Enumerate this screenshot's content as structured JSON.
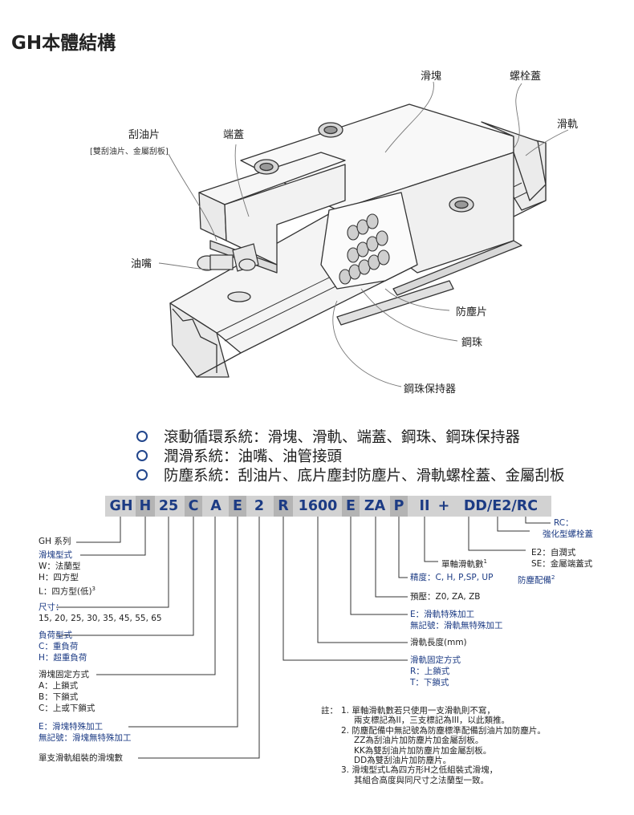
{
  "title": "GH本體結構",
  "callouts": {
    "block": "滑塊",
    "bolt_cap": "螺栓蓋",
    "rail": "滑軌",
    "scraper": "刮油片",
    "scraper_note": "[雙刮油片、金屬刮板]",
    "end_cap": "端蓋",
    "grease_nipple": "油嘴",
    "bottom_seal": "防塵片",
    "balls": "鋼珠",
    "retainer": "鋼珠保持器"
  },
  "bullets": [
    "滾動循環系統：滑塊、滑軌、端蓋、鋼珠、鋼珠保持器",
    "潤滑系統：油嘴、油管接頭",
    "防塵系統：刮油片、底片塵封防塵片、滑軌螺栓蓋、金屬刮板"
  ],
  "code": {
    "parts": [
      "GH",
      "H",
      "25",
      "C",
      "A",
      "E",
      "2",
      "R",
      "1600",
      "E",
      "ZA",
      "P",
      "II",
      "+",
      "DD/E2/RC"
    ]
  },
  "left_labels": {
    "series": "GH 系列",
    "block_type_title": "滑塊型式",
    "block_type_w": "W：法蘭型",
    "block_type_h": "H：四方型",
    "block_type_l": "L：四方型(低)",
    "block_type_l_sup": "3",
    "size_title": "尺寸：",
    "size_values": "15, 20, 25, 30, 35, 45, 55, 65",
    "load_title": "負荷型式",
    "load_c": "C：重負荷",
    "load_h": "H：超重負荷",
    "mount_title": "滑塊固定方式",
    "mount_a": "A：上鎖式",
    "mount_b": "B：下鎖式",
    "mount_c": "C：上或下鎖式",
    "special_e": "E：滑塊特殊加工",
    "special_none": "無記號：滑塊無特殊加工",
    "blocks_per_rail": "單支滑軌組裝的滑塊數"
  },
  "right_labels": {
    "rc_title": "RC：",
    "rc_desc": "強化型螺栓蓋",
    "e2": "E2：自潤式",
    "se": "SE：金屬端蓋式",
    "rails_count": "單軸滑軌數",
    "rails_count_sup": "1",
    "precision": "精度：C, H, P,SP, UP",
    "dust": "防塵配備",
    "dust_sup": "2",
    "preload": "預壓：Z0, ZA, ZB",
    "rail_special_e": "E：滑軌特殊加工",
    "rail_special_none": "無記號：滑軌無特殊加工",
    "rail_length": "滑軌長度(mm)",
    "rail_mount_title": "滑軌固定方式",
    "rail_mount_r": "R：上鎖式",
    "rail_mount_t": "T：下鎖式"
  },
  "notes": {
    "prefix": "註：",
    "lines": [
      "1. 單軸滑軌數若只使用一支滑軌則不寫，",
      "兩支標記為II，三支標記為III，以此類推。",
      "2. 防塵配備中無記號為防塵標準配備刮油片加防塵片。",
      "ZZ為刮油片加防塵片加金屬刮板。",
      "KK為雙刮油片加防塵片加金屬刮板。",
      "DD為雙刮油片加防塵片。",
      "3. 滑塊型式L為四方形H之低組裝式滑塊，",
      "其組合高度與同尺寸之法蘭型一致。"
    ]
  },
  "colors": {
    "accent": "#1c3b84",
    "code_bg": "#d2d2d2",
    "code_box": "#b4b4b4"
  }
}
